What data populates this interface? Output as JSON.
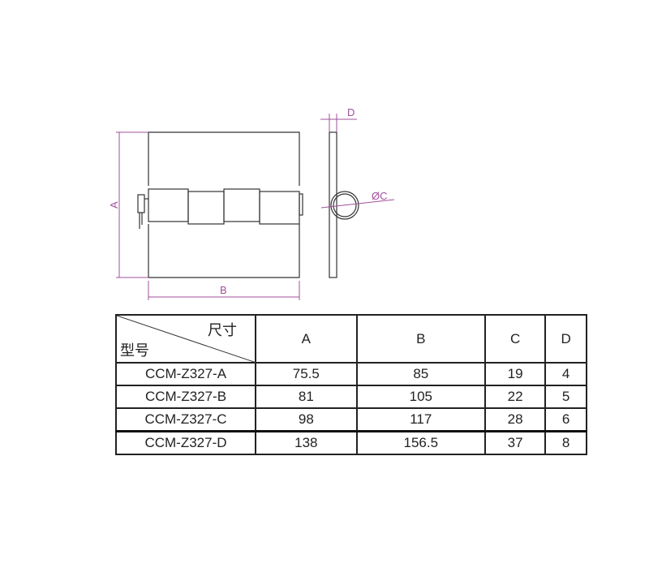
{
  "drawing": {
    "labels": {
      "a": "A",
      "b": "B",
      "c": "ØC",
      "d": "D"
    },
    "colors": {
      "dimension": "#a0509a",
      "outline": "#333333"
    }
  },
  "table": {
    "corner_top": "尺寸",
    "corner_bottom": "型号",
    "headers": [
      "A",
      "B",
      "C",
      "D"
    ],
    "rows": [
      [
        "CCM-Z327-A",
        "75.5",
        "85",
        "19",
        "4"
      ],
      [
        "CCM-Z327-B",
        "81",
        "105",
        "22",
        "5"
      ],
      [
        "CCM-Z327-C",
        "98",
        "117",
        "28",
        "6"
      ],
      [
        "CCM-Z327-D",
        "138",
        "156.5",
        "37",
        "8"
      ]
    ]
  }
}
